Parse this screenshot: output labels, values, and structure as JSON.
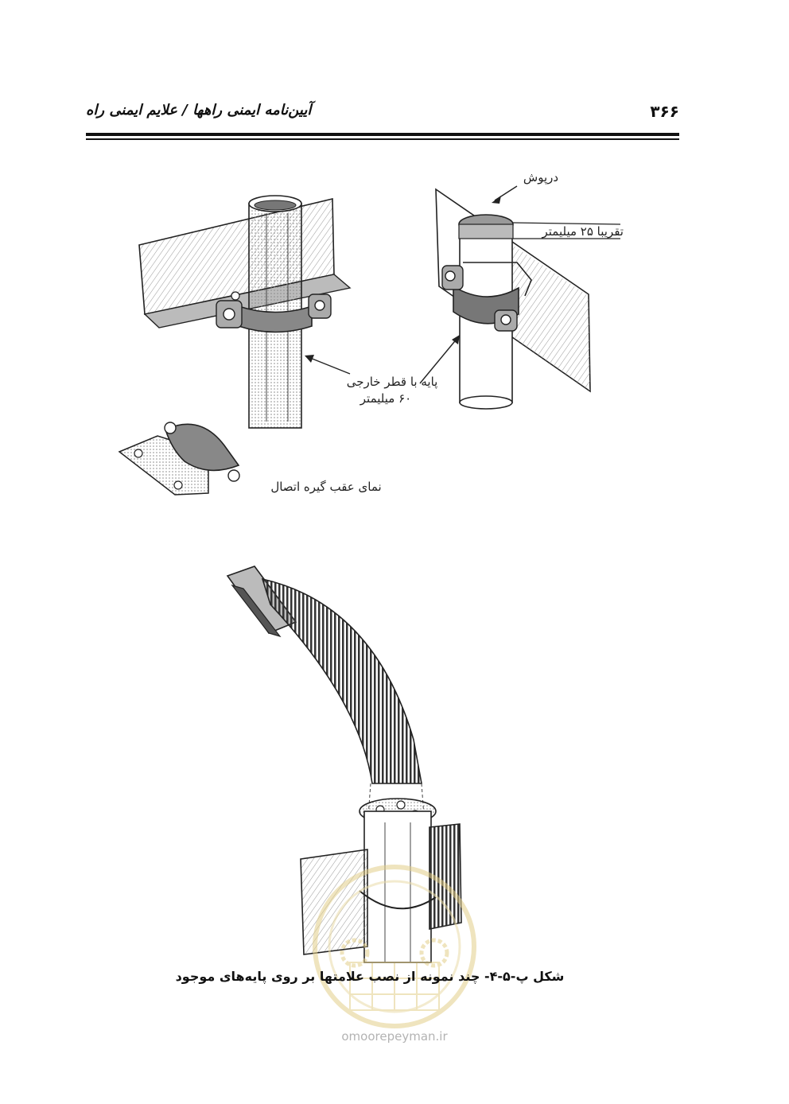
{
  "header": {
    "page_number": "۳۶۶",
    "book_title": "آیین‌نامه ایمنی راهها / علایم ایمنی راه"
  },
  "figure": {
    "label_cap": "درپوش",
    "label_approx": "تقریبا ۲۵ میلیمتر",
    "label_post_line1": "پایه با قطر خارجی",
    "label_post_line2": "۶۰ میلیمتر",
    "label_back_view": "نمای عقب گیره اتصال",
    "caption": "شکل پ-۵-۴- چند نمونه از نصب علامتها بر روی پایه‌های موجود"
  },
  "watermark": {
    "site": "omoorepeyman.ir",
    "seal_color": "#e8d9a0"
  }
}
